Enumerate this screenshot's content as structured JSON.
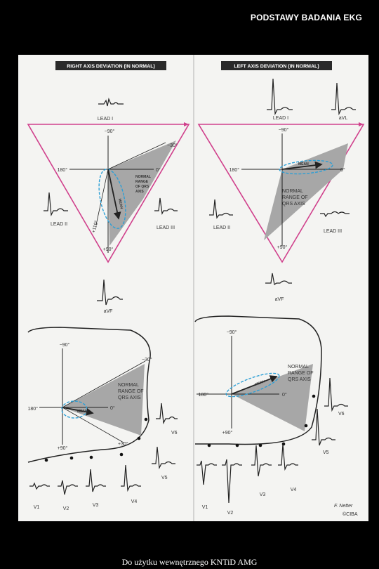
{
  "header": {
    "title": "PODSTAWY BADANIA EKG"
  },
  "footer": {
    "note": "Do użytku wewnętrznego KNTiD AMG"
  },
  "left_panel": {
    "banner": "RIGHT AXIS DEVIATION (IN NORMAL)",
    "lead1": "LEAD I",
    "lead2": "LEAD II",
    "lead3": "LEAD III",
    "avf": "aVF",
    "deg_top": "−90°",
    "deg_180": "180°",
    "deg_0": "0°",
    "deg_m30": "−30°",
    "deg_p90": "+90°",
    "deg_110": "+110°",
    "range": [
      "NORMAL",
      "RANGE",
      "OF QRS",
      "AXIS"
    ],
    "mean": "MEAN"
  },
  "right_panel": {
    "banner": "LEFT AXIS DEVIATION (IN NORMAL)",
    "lead1": "LEAD I",
    "avl": "aVL",
    "lead2": "LEAD II",
    "lead3": "LEAD III",
    "avf": "aVF",
    "deg_top": "−90°",
    "deg_180": "180°",
    "deg_0": "0°",
    "deg_p90": "+90°",
    "range": [
      "NORMAL",
      "RANGE OF",
      "QRS AXIS"
    ],
    "mean": "MEAN"
  },
  "bottom_left": {
    "deg_top": "−90°",
    "deg_m30": "−30°",
    "deg_180": "180°",
    "deg_0": "0°",
    "deg_p90": "+90°",
    "deg_p30": "+30°",
    "range": [
      "NORMAL",
      "RANGE OF",
      "QRS AXIS"
    ],
    "mean": "MEAN",
    "leads": [
      "V1",
      "V2",
      "V3",
      "V4",
      "V5",
      "V6"
    ]
  },
  "bottom_right": {
    "deg_top": "−90°",
    "deg_180": "180°",
    "deg_0": "0°",
    "deg_p90": "+90°",
    "range": [
      "NORMAL",
      "RANGE OF",
      "QRS AXIS"
    ],
    "mean": "MEAN",
    "leads": [
      "V1",
      "V2",
      "V3",
      "V4",
      "V5",
      "V6"
    ]
  },
  "credit": {
    "signature": "F. Netter",
    "copyright": "©CIBA"
  },
  "colors": {
    "triangle": "#d0408c",
    "arrow": "#2c9fd6",
    "shade": "#a7a7a7",
    "banner": "#2a2a2a"
  }
}
